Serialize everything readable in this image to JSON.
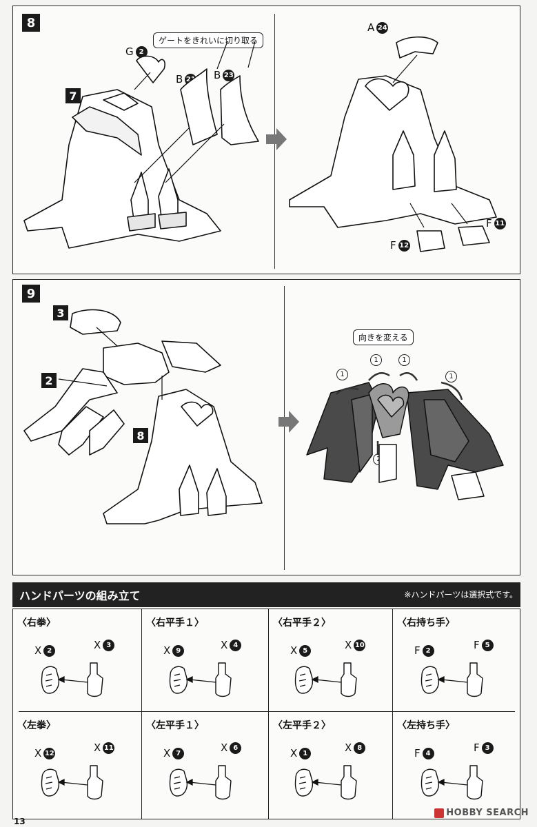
{
  "step8": {
    "number": "8",
    "sub_number": "7",
    "note": "ゲートをきれいに切り取る",
    "parts": {
      "g2": {
        "letter": "G",
        "num": "2"
      },
      "b21": {
        "letter": "B",
        "num": "21"
      },
      "b23": {
        "letter": "B",
        "num": "23"
      },
      "a24": {
        "letter": "A",
        "num": "24"
      },
      "f11": {
        "letter": "F",
        "num": "11"
      },
      "f12": {
        "letter": "F",
        "num": "12"
      }
    }
  },
  "step9": {
    "number": "9",
    "callouts": {
      "c3": "3",
      "c2": "2",
      "c8": "8"
    },
    "note": "向きを変える",
    "arrows": {
      "one": "1",
      "two": "2"
    }
  },
  "hands": {
    "title": "ハンドパーツの組み立て",
    "note": "※ハンドパーツは選択式です。",
    "cells": [
      {
        "title": "〈右拳〉",
        "a_letter": "X",
        "a_num": "2",
        "b_letter": "X",
        "b_num": "3"
      },
      {
        "title": "〈右平手１〉",
        "a_letter": "X",
        "a_num": "9",
        "b_letter": "X",
        "b_num": "4"
      },
      {
        "title": "〈右平手２〉",
        "a_letter": "X",
        "a_num": "5",
        "b_letter": "X",
        "b_num": "10"
      },
      {
        "title": "〈右持ち手〉",
        "a_letter": "F",
        "a_num": "2",
        "b_letter": "F",
        "b_num": "5"
      },
      {
        "title": "〈左拳〉",
        "a_letter": "X",
        "a_num": "12",
        "b_letter": "X",
        "b_num": "11"
      },
      {
        "title": "〈左平手１〉",
        "a_letter": "X",
        "a_num": "7",
        "b_letter": "X",
        "b_num": "6"
      },
      {
        "title": "〈左平手２〉",
        "a_letter": "X",
        "a_num": "1",
        "b_letter": "X",
        "b_num": "8"
      },
      {
        "title": "〈左持ち手〉",
        "a_letter": "F",
        "a_num": "4",
        "b_letter": "F",
        "b_num": "3"
      }
    ]
  },
  "page_number": "13",
  "watermark": "HOBBY SEARCH"
}
